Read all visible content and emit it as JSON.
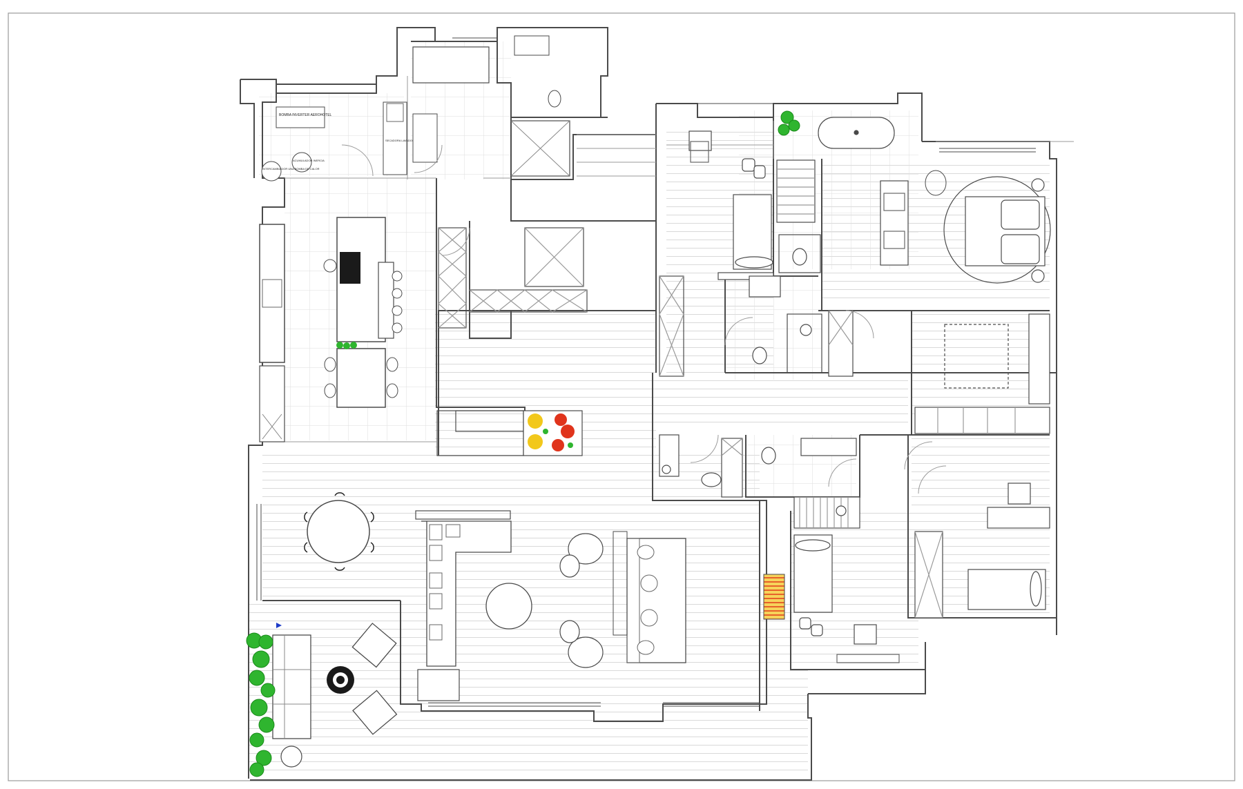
{
  "plan": {
    "labels": {
      "laundry_dryer": "BOMBA INVERTER AEROHOTEL",
      "water_heater": "ACUMULADOR INERCIA",
      "laundry_2": "SECADORA LAVADORA",
      "thermal_note": "INTERCAMBIADOR UNA BOMBA DE CALOR"
    }
  },
  "colors": {
    "line": "#4a4a4a",
    "light_line": "#b8b8b8",
    "plant": "#2fb52f",
    "plant_dark": "#1a8a1a",
    "flower_red": "#e0341c",
    "flower_yellow": "#f2c81b",
    "cooktop": "#1a1a1a",
    "fireplace": "#e8b030"
  },
  "icons": {
    "north_marker": "triangle-marker-icon"
  }
}
